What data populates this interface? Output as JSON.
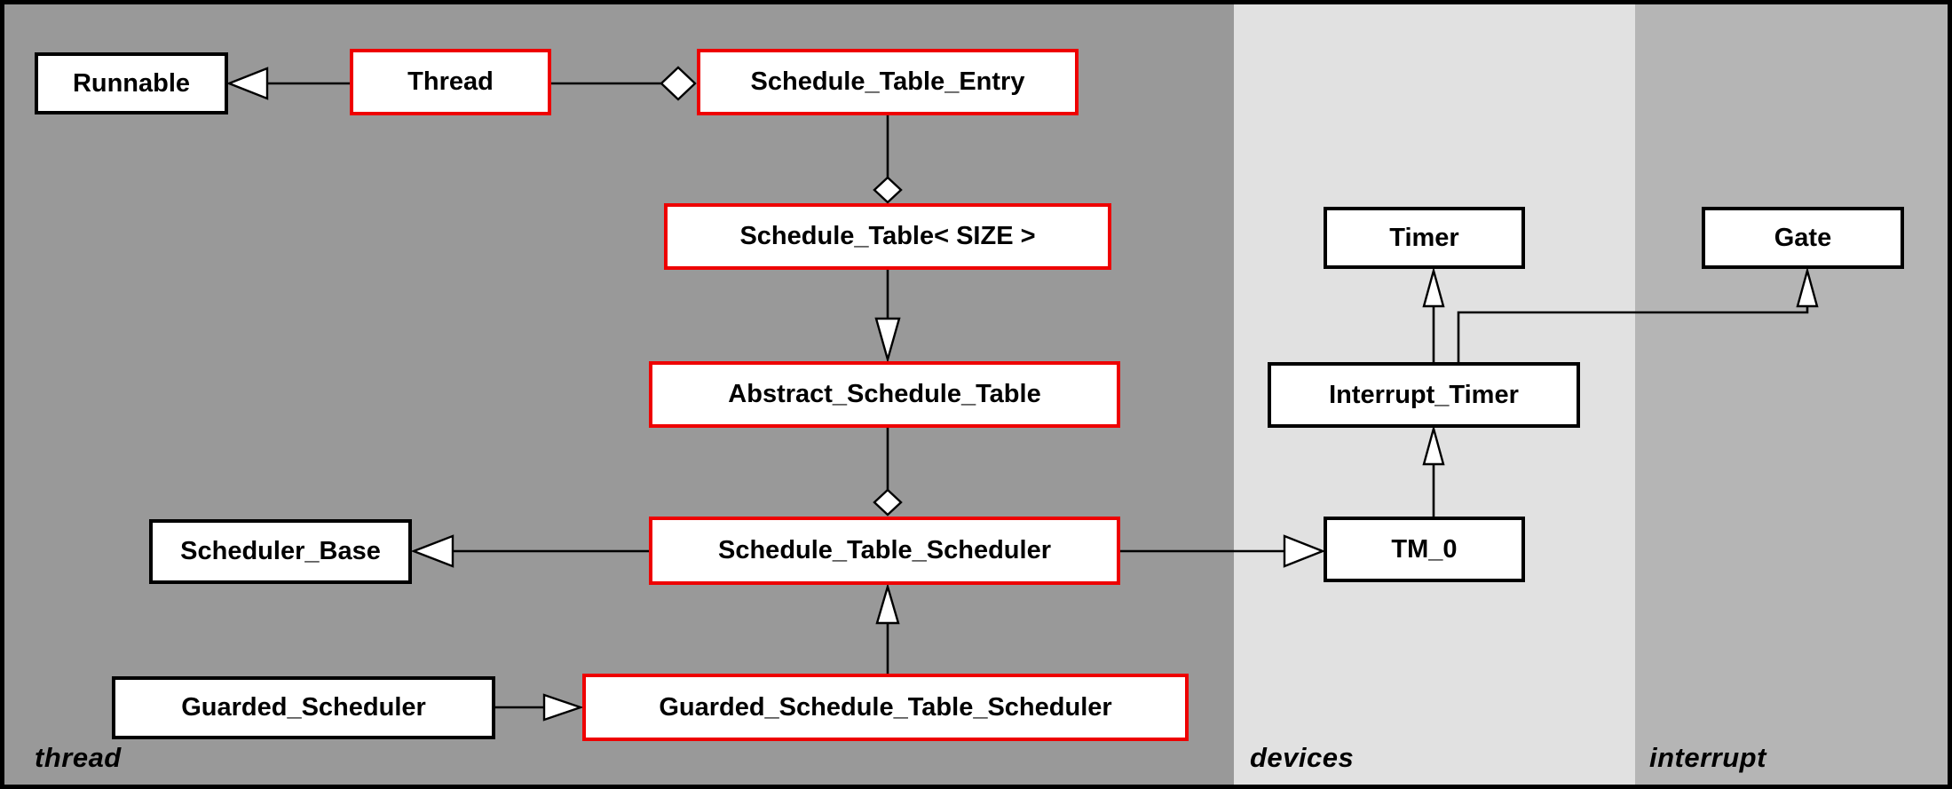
{
  "diagram": {
    "type": "uml-class-diagram",
    "regions": [
      {
        "id": "thread",
        "label": "thread",
        "background": "#999999"
      },
      {
        "id": "devices",
        "label": "devices",
        "background": "#e1e1e1"
      },
      {
        "id": "interrupt",
        "label": "interrupt",
        "background": "#b5b5b5"
      }
    ],
    "nodes": {
      "runnable": {
        "label": "Runnable",
        "border_color": "#000000",
        "region": "thread"
      },
      "thread": {
        "label": "Thread",
        "border_color": "#ee0000",
        "region": "thread"
      },
      "schedule_table_entry": {
        "label": "Schedule_Table_Entry",
        "border_color": "#ee0000",
        "region": "thread"
      },
      "schedule_table": {
        "label": "Schedule_Table< SIZE >",
        "border_color": "#ee0000",
        "region": "thread"
      },
      "abstract_schedule_table": {
        "label": "Abstract_Schedule_Table",
        "border_color": "#ee0000",
        "region": "thread"
      },
      "scheduler_base": {
        "label": "Scheduler_Base",
        "border_color": "#000000",
        "region": "thread"
      },
      "schedule_table_scheduler": {
        "label": "Schedule_Table_Scheduler",
        "border_color": "#ee0000",
        "region": "thread"
      },
      "guarded_scheduler": {
        "label": "Guarded_Scheduler",
        "border_color": "#000000",
        "region": "thread"
      },
      "guarded_schedule_table_scheduler": {
        "label": "Guarded_Schedule_Table_Scheduler",
        "border_color": "#ee0000",
        "region": "thread"
      },
      "timer": {
        "label": "Timer",
        "border_color": "#000000",
        "region": "devices"
      },
      "interrupt_timer": {
        "label": "Interrupt_Timer",
        "border_color": "#000000",
        "region": "devices"
      },
      "tm_0": {
        "label": "TM_0",
        "border_color": "#000000",
        "region": "devices"
      },
      "gate": {
        "label": "Gate",
        "border_color": "#000000",
        "region": "interrupt"
      }
    },
    "edges": [
      {
        "from": "thread",
        "to": "runnable",
        "type": "inheritance-open-triangle"
      },
      {
        "from": "thread",
        "to": "schedule_table_entry",
        "type": "aggregation-open-diamond"
      },
      {
        "from": "schedule_table_entry",
        "to": "schedule_table",
        "type": "aggregation-open-diamond"
      },
      {
        "from": "schedule_table",
        "to": "abstract_schedule_table",
        "type": "inheritance-open-triangle"
      },
      {
        "from": "abstract_schedule_table",
        "to": "schedule_table_scheduler",
        "type": "aggregation-open-diamond"
      },
      {
        "from": "schedule_table_scheduler",
        "to": "scheduler_base",
        "type": "inheritance-open-triangle"
      },
      {
        "from": "schedule_table_scheduler",
        "to": "tm_0",
        "type": "inheritance-open-triangle"
      },
      {
        "from": "guarded_schedule_table_scheduler",
        "to": "schedule_table_scheduler",
        "type": "inheritance-open-triangle"
      },
      {
        "from": "guarded_scheduler",
        "to": "guarded_schedule_table_scheduler",
        "type": "inheritance-open-triangle"
      },
      {
        "from": "tm_0",
        "to": "interrupt_timer",
        "type": "inheritance-open-triangle"
      },
      {
        "from": "interrupt_timer",
        "to": "timer",
        "type": "inheritance-open-triangle"
      },
      {
        "from": "interrupt_timer",
        "to": "gate",
        "type": "inheritance-open-triangle"
      }
    ],
    "colors": {
      "red_node_border": "#ee0000",
      "black_node_border": "#000000",
      "node_fill": "#ffffff",
      "edge_stroke": "#000000",
      "arrowhead_fill": "#ffffff",
      "thread_bg": "#999999",
      "devices_bg": "#e1e1e1",
      "interrupt_bg": "#b5b5b5",
      "frame": "#000000"
    }
  }
}
